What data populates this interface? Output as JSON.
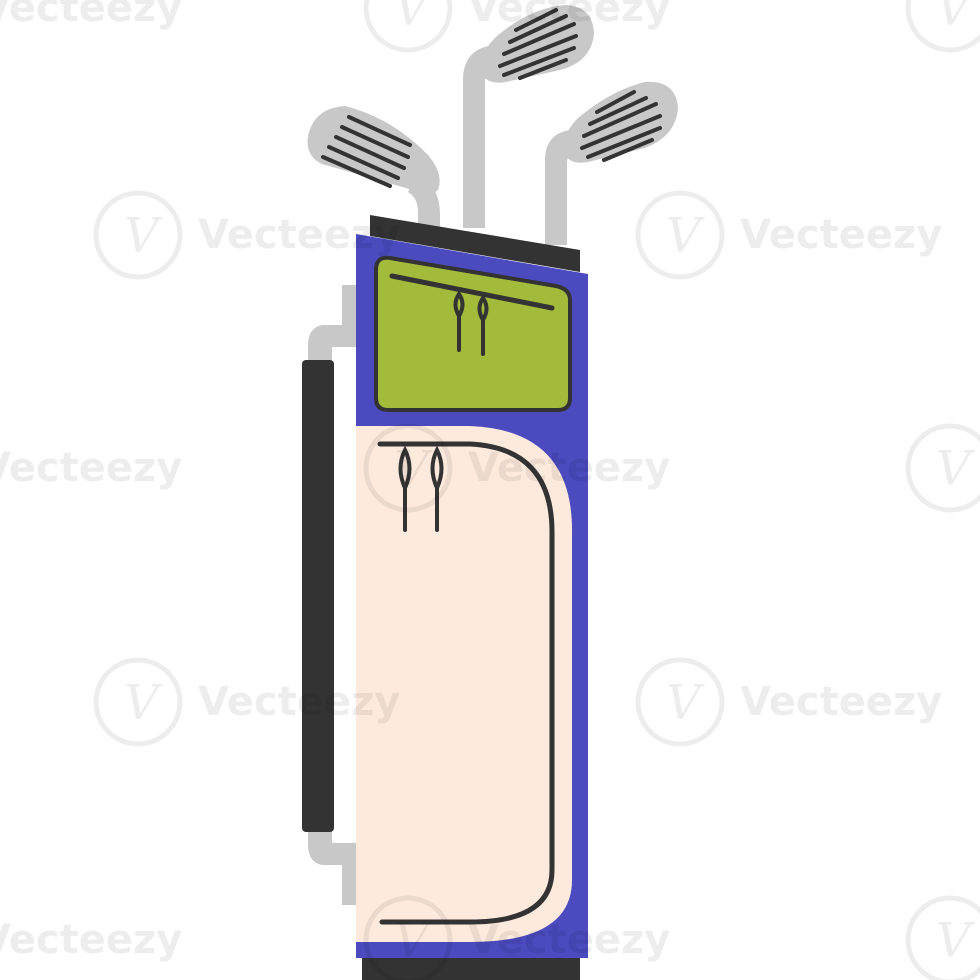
{
  "illustration": {
    "subject": "golf bag with three iron clubs",
    "colors": {
      "bag_body": "#4b4bbf",
      "bag_rim": "#333333",
      "top_pocket": "#a2bb3a",
      "front_panel": "#fdeadd",
      "outline": "#333333",
      "club_metal": "#c8c8c8",
      "club_grooves": "#333333",
      "handle_metal": "#c8c8c8",
      "strap": "#333333"
    }
  },
  "watermark": {
    "text": "Vecteezy",
    "glyph": "V"
  }
}
